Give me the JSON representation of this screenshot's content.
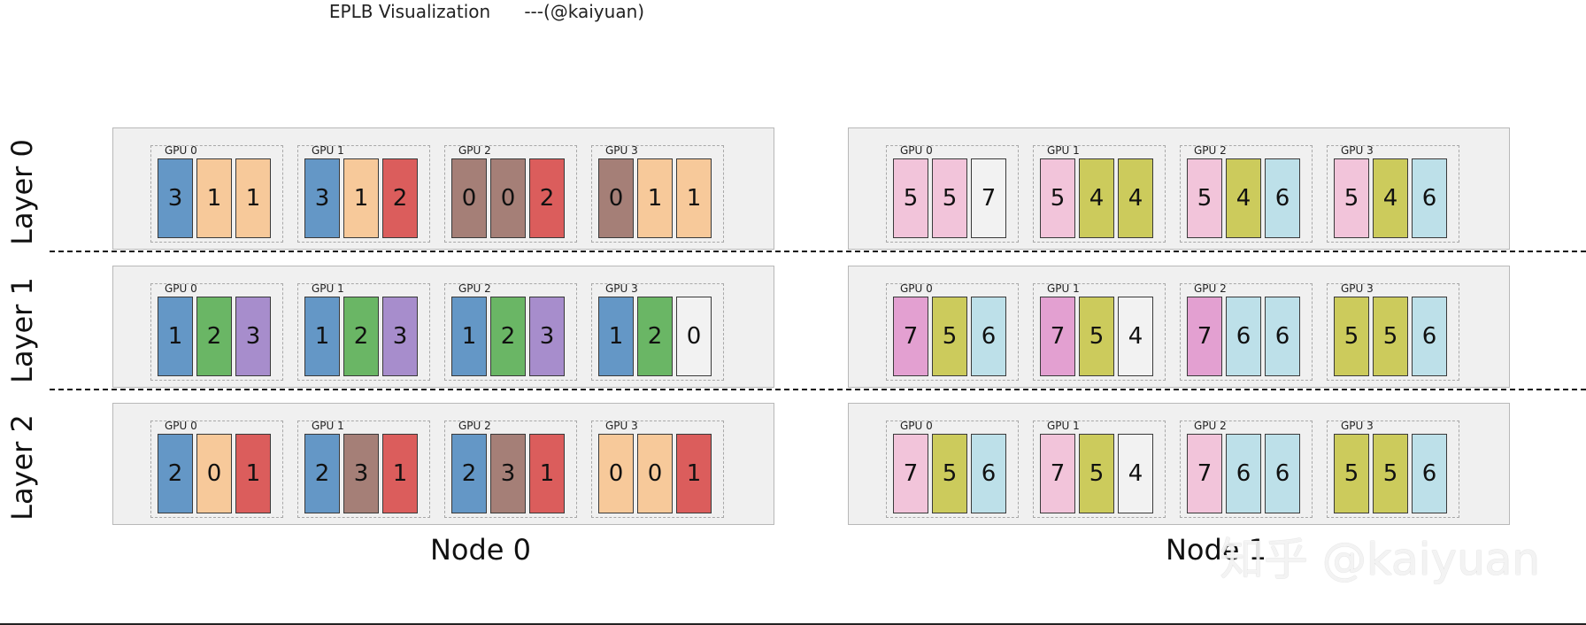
{
  "title": "EPLB Visualization      ---(@kaiyuan)",
  "layers": [
    {
      "label": "Layer 0",
      "nodes": [
        {
          "gpus": [
            {
              "label": "GPU 0",
              "experts": [
                3,
                1,
                1
              ]
            },
            {
              "label": "GPU 1",
              "experts": [
                3,
                1,
                2
              ]
            },
            {
              "label": "GPU 2",
              "experts": [
                0,
                0,
                2
              ]
            },
            {
              "label": "GPU 3",
              "experts": [
                0,
                1,
                1
              ]
            }
          ]
        },
        {
          "gpus": [
            {
              "label": "GPU 0",
              "experts": [
                5,
                5,
                7
              ]
            },
            {
              "label": "GPU 1",
              "experts": [
                5,
                4,
                4
              ]
            },
            {
              "label": "GPU 2",
              "experts": [
                5,
                4,
                6
              ]
            },
            {
              "label": "GPU 3",
              "experts": [
                5,
                4,
                6
              ]
            }
          ]
        }
      ]
    },
    {
      "label": "Layer 1",
      "nodes": [
        {
          "gpus": [
            {
              "label": "GPU 0",
              "experts": [
                1,
                2,
                3
              ]
            },
            {
              "label": "GPU 1",
              "experts": [
                1,
                2,
                3
              ]
            },
            {
              "label": "GPU 2",
              "experts": [
                1,
                2,
                3
              ]
            },
            {
              "label": "GPU 3",
              "experts": [
                1,
                2,
                0
              ]
            }
          ]
        },
        {
          "gpus": [
            {
              "label": "GPU 0",
              "experts": [
                7,
                5,
                6
              ]
            },
            {
              "label": "GPU 1",
              "experts": [
                7,
                5,
                4
              ]
            },
            {
              "label": "GPU 2",
              "experts": [
                7,
                6,
                6
              ]
            },
            {
              "label": "GPU 3",
              "experts": [
                5,
                5,
                6
              ]
            }
          ]
        }
      ]
    },
    {
      "label": "Layer 2",
      "nodes": [
        {
          "gpus": [
            {
              "label": "GPU 0",
              "experts": [
                2,
                0,
                1
              ]
            },
            {
              "label": "GPU 1",
              "experts": [
                2,
                3,
                1
              ]
            },
            {
              "label": "GPU 2",
              "experts": [
                2,
                3,
                1
              ]
            },
            {
              "label": "GPU 3",
              "experts": [
                0,
                0,
                1
              ]
            }
          ]
        },
        {
          "gpus": [
            {
              "label": "GPU 0",
              "experts": [
                7,
                5,
                6
              ]
            },
            {
              "label": "GPU 1",
              "experts": [
                7,
                5,
                4
              ]
            },
            {
              "label": "GPU 2",
              "experts": [
                7,
                6,
                6
              ]
            },
            {
              "label": "GPU 3",
              "experts": [
                5,
                5,
                6
              ]
            }
          ]
        }
      ]
    }
  ],
  "layer_colors": [
    {
      "0": "#a57f77",
      "1": "#f7c99a",
      "2": "#db5d5c",
      "3": "#6497c6",
      "4": "#cccb5c",
      "5": "#f2c4da",
      "6": "#bde0e9",
      "7": "#f2f2f2"
    },
    {
      "0": "#f2f2f2",
      "1": "#6497c6",
      "2": "#6ab665",
      "3": "#a78dcc",
      "4": "#f2f2f2",
      "5": "#cccb5c",
      "6": "#bde0e9",
      "7": "#e3a0d1"
    },
    {
      "0": "#f7c99a",
      "1": "#db5d5c",
      "2": "#6497c6",
      "3": "#a57f77",
      "4": "#f2f2f2",
      "5": "#cccb5c",
      "6": "#bde0e9",
      "7": "#f2c4da"
    }
  ],
  "nodes": [
    {
      "label": "Node 0"
    },
    {
      "label": "Node 1"
    }
  ],
  "watermark": "知乎 @kaiyuan"
}
